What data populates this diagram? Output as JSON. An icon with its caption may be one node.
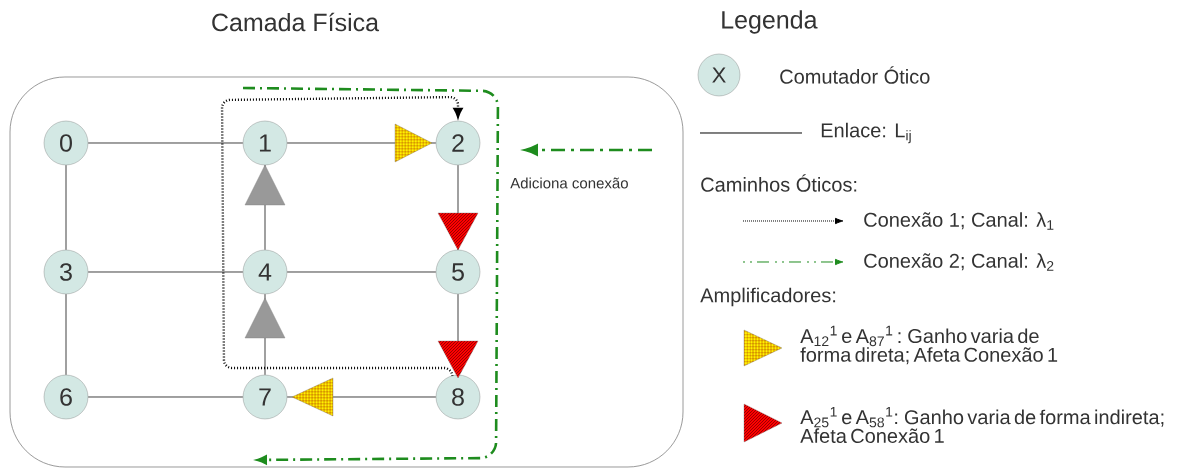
{
  "diagram": {
    "nodes": [
      {
        "text": [
          "Camada Física"
        ]
      },
      {
        "text": [
          "0"
        ],
        "in": 0
      },
      {
        "text": [
          "1"
        ],
        "in": 0
      },
      {
        "text": [
          "2"
        ],
        "in": 0
      },
      {
        "text": [
          "3"
        ],
        "in": 0
      },
      {
        "text": [
          "4"
        ],
        "in": 0
      },
      {
        "text": [
          "5"
        ],
        "in": 0
      },
      {
        "text": [
          "6"
        ],
        "in": 0
      },
      {
        "text": [
          "7"
        ],
        "in": 0
      },
      {
        "text": [
          "8"
        ],
        "in": 0
      },
      {
        "text": [
          "X"
        ]
      }
    ],
    "edges": [
      {
        "from": 1,
        "to": 2,
        "arrow": "none"
      },
      {
        "from": 2,
        "to": 3,
        "arrow": "to"
      },
      {
        "from": 1,
        "to": 4,
        "arrow": "none"
      },
      {
        "from": 5,
        "to": 2,
        "arrow": "to"
      },
      {
        "from": 3,
        "to": 6,
        "arrow": "to"
      },
      {
        "from": 4,
        "to": 5,
        "arrow": "none"
      },
      {
        "from": 5,
        "to": 6,
        "arrow": "none"
      },
      {
        "from": 4,
        "to": 7,
        "arrow": "none"
      },
      {
        "from": 8,
        "to": 5,
        "arrow": "to"
      },
      {
        "from": 6,
        "to": 9,
        "arrow": "to"
      },
      {
        "from": 7,
        "to": 8,
        "arrow": "none"
      },
      {
        "from": 9,
        "to": 8,
        "arrow": "to"
      },
      {
        "from": 9,
        "to": 3,
        "arrow": "to",
        "style": "dashed"
      }
    ],
    "labels": [
      "Legenda",
      "Adiciona conexão",
      "Caminhos Óticos:",
      "Amplificadores:"
    ],
    "legend": [
      {
        "text": "Comutador Ótico"
      },
      {
        "text": "Enlace: L$_{ij}$"
      },
      {
        "text": "Conexão 1; Canal: λ$_{1}$"
      },
      {
        "text": "Conexão 2; Canal: λ$_{2}$"
      },
      {
        "text": "A$_{12}$$^{1}$ e A$_{87}$$^{1}$ : Ganho varia de forma direta; Afeta Conexão 1"
      },
      {
        "text": "A$_{25}$$^{1}$ e A$_{58}$$^{1}$: Ganho varia de forma indireta; Afeta Conexão 1"
      }
    ]
  }
}
